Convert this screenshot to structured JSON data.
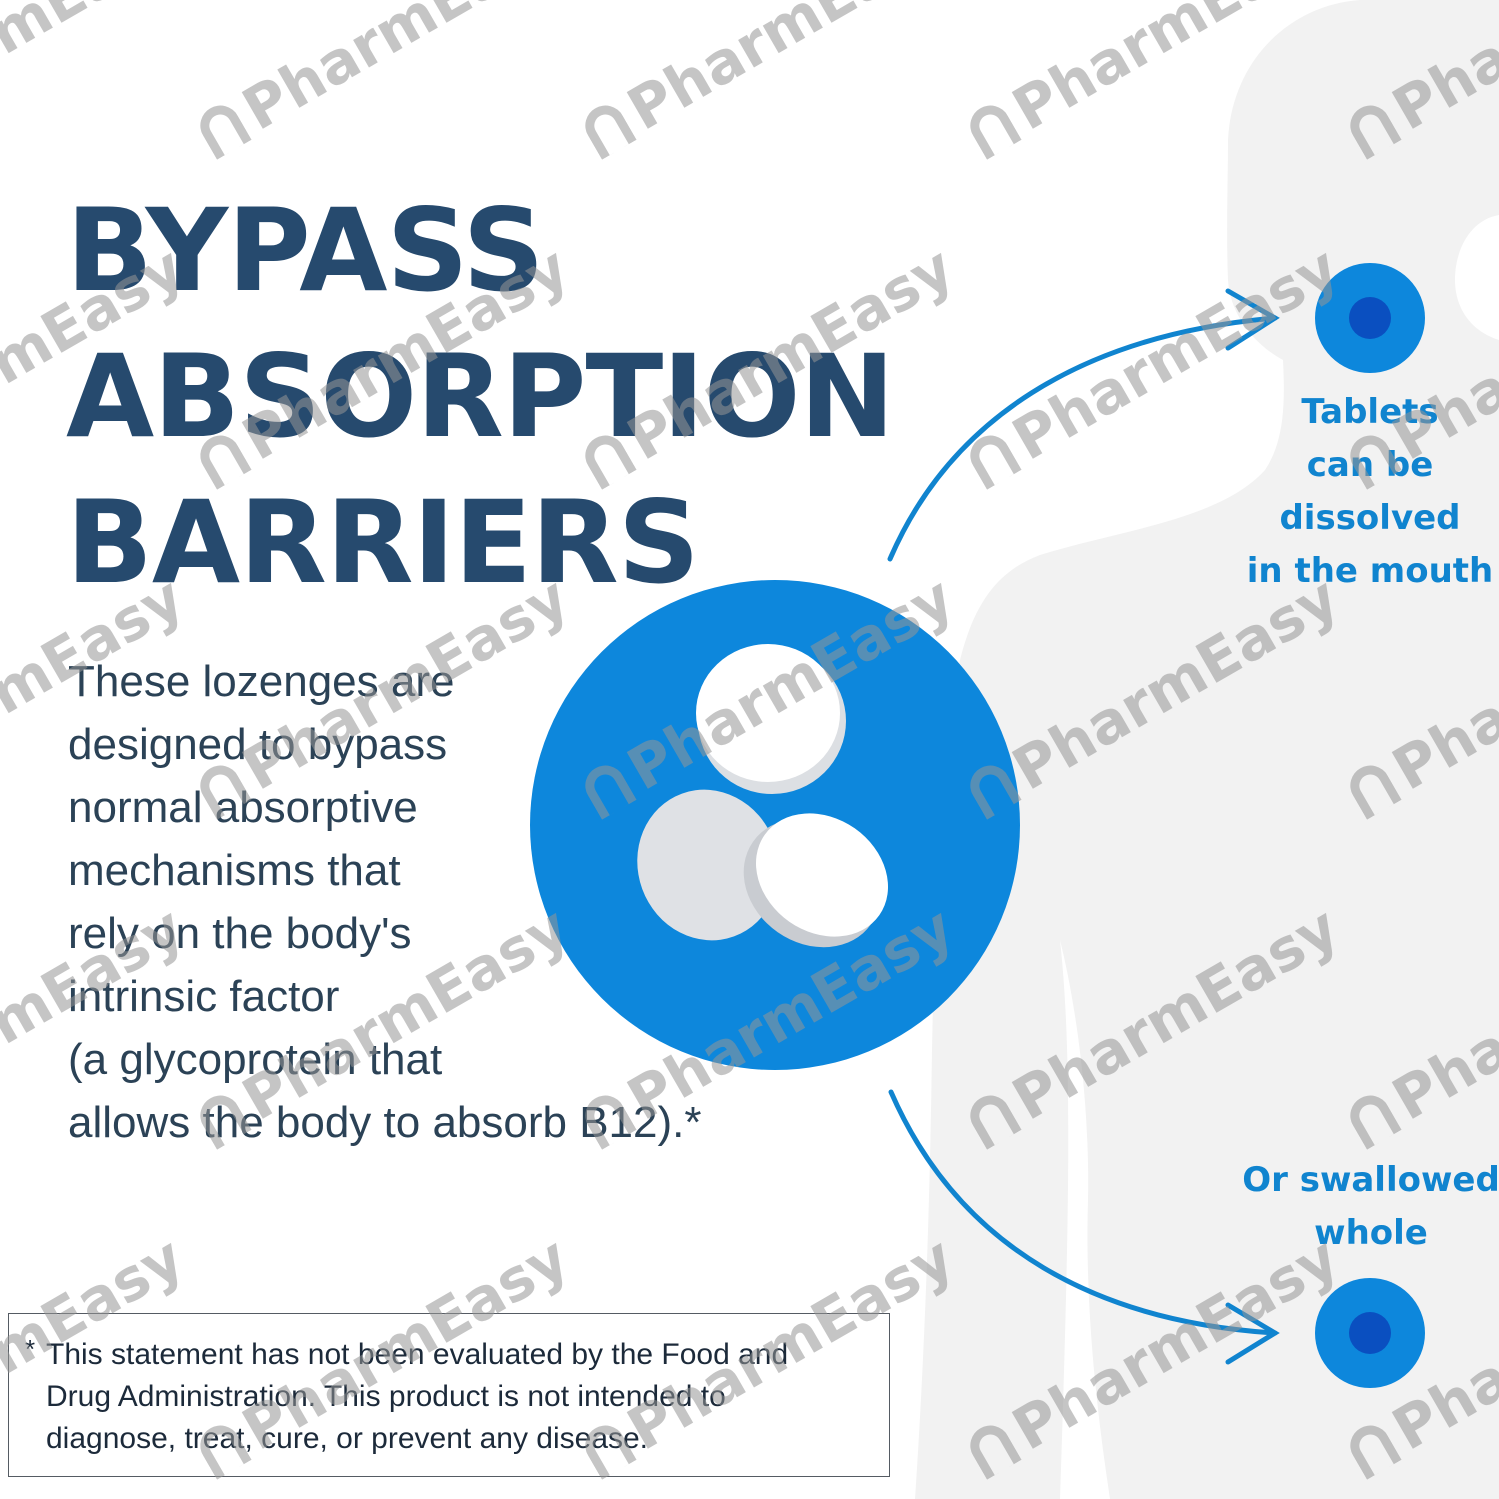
{
  "title": {
    "lines": [
      "BYPASS",
      "ABSORPTION",
      "BARRIERS"
    ]
  },
  "description": {
    "lines": [
      "These lozenges are",
      "designed to bypass",
      "normal absorptive",
      "mechanisms that",
      "rely on the body's",
      "intrinsic factor",
      "(a glycoprotein that",
      "allows the body to absorb B12).*"
    ]
  },
  "disclaimer": {
    "marker": "*",
    "lines": [
      "This statement has not been evaluated by the Food and",
      "Drug Administration. This product is not intended to",
      "diagnose, treat, cure, or prevent any disease."
    ]
  },
  "diagram": {
    "center_icon": "tablets-icon",
    "top_target": {
      "icon": "mouth-target-dot-icon",
      "label_lines": [
        "Tablets",
        "can be",
        "dissolved",
        "in the mouth"
      ]
    },
    "bottom_target": {
      "icon": "stomach-target-dot-icon",
      "label_lines": [
        "Or swallowed",
        "whole"
      ]
    }
  },
  "watermark": {
    "text": "PharmEasy",
    "icon": "pharmeasy-logo-icon"
  },
  "colors": {
    "title": "#264a6e",
    "body_text": "#2b4256",
    "accent_blue": "#0d87dc",
    "dot_inner": "#0a4fc0",
    "label_blue": "#1084cf",
    "silhouette": "#f2f2f2",
    "background": "#ffffff"
  }
}
